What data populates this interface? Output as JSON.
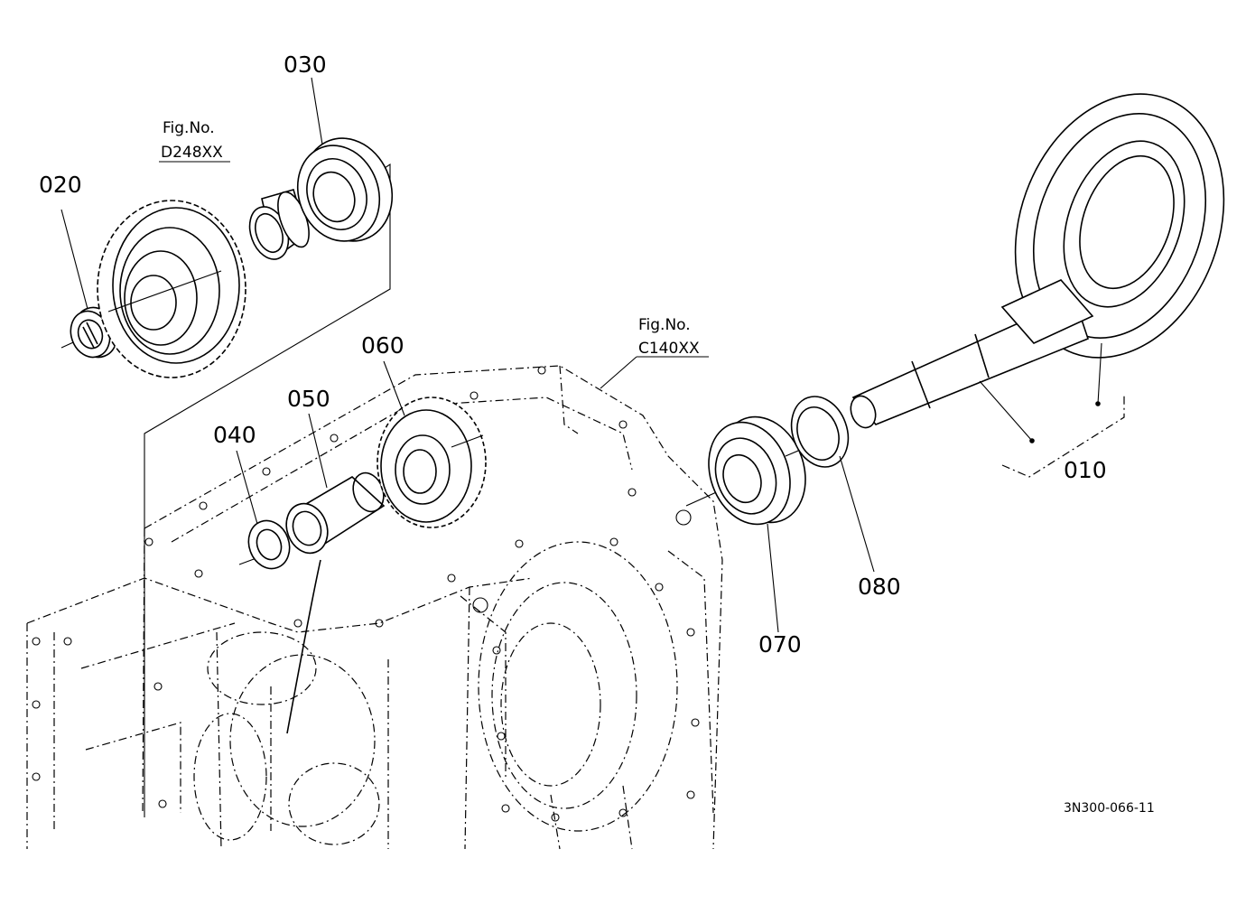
{
  "figure_refs": [
    {
      "title": "Fig.No.",
      "code": "D248XX"
    },
    {
      "title": "Fig.No.",
      "code": "C140XX"
    }
  ],
  "parts": [
    "010",
    "020",
    "030",
    "040",
    "050",
    "060",
    "070",
    "080"
  ],
  "drawing_code": "3N300-066-11"
}
